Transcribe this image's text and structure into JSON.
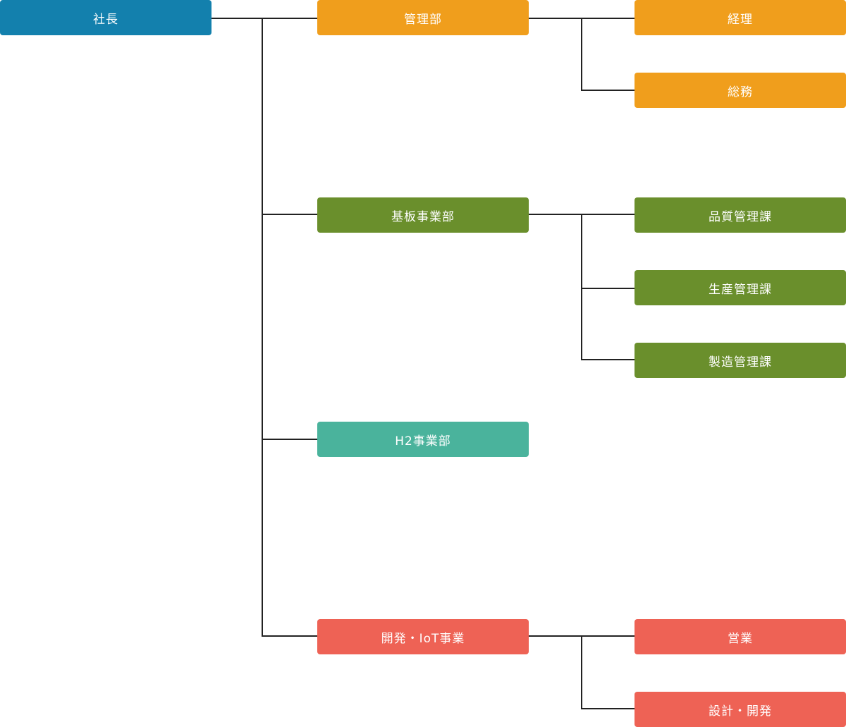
{
  "colors": {
    "president": "#1380AD",
    "admin": "#F09E1C",
    "board": "#6A8F2C",
    "h2": "#4AB39C",
    "dev": "#EE6255"
  },
  "org": {
    "president": "社長",
    "admin": {
      "label": "管理部",
      "children": [
        "経理",
        "総務"
      ]
    },
    "board": {
      "label": "基板事業部",
      "children": [
        "品質管理課",
        "生産管理課",
        "製造管理課"
      ]
    },
    "h2": {
      "label": "H2事業部"
    },
    "dev": {
      "label": "開発・IoT事業",
      "children": [
        "営業",
        "設計・開発"
      ]
    }
  }
}
